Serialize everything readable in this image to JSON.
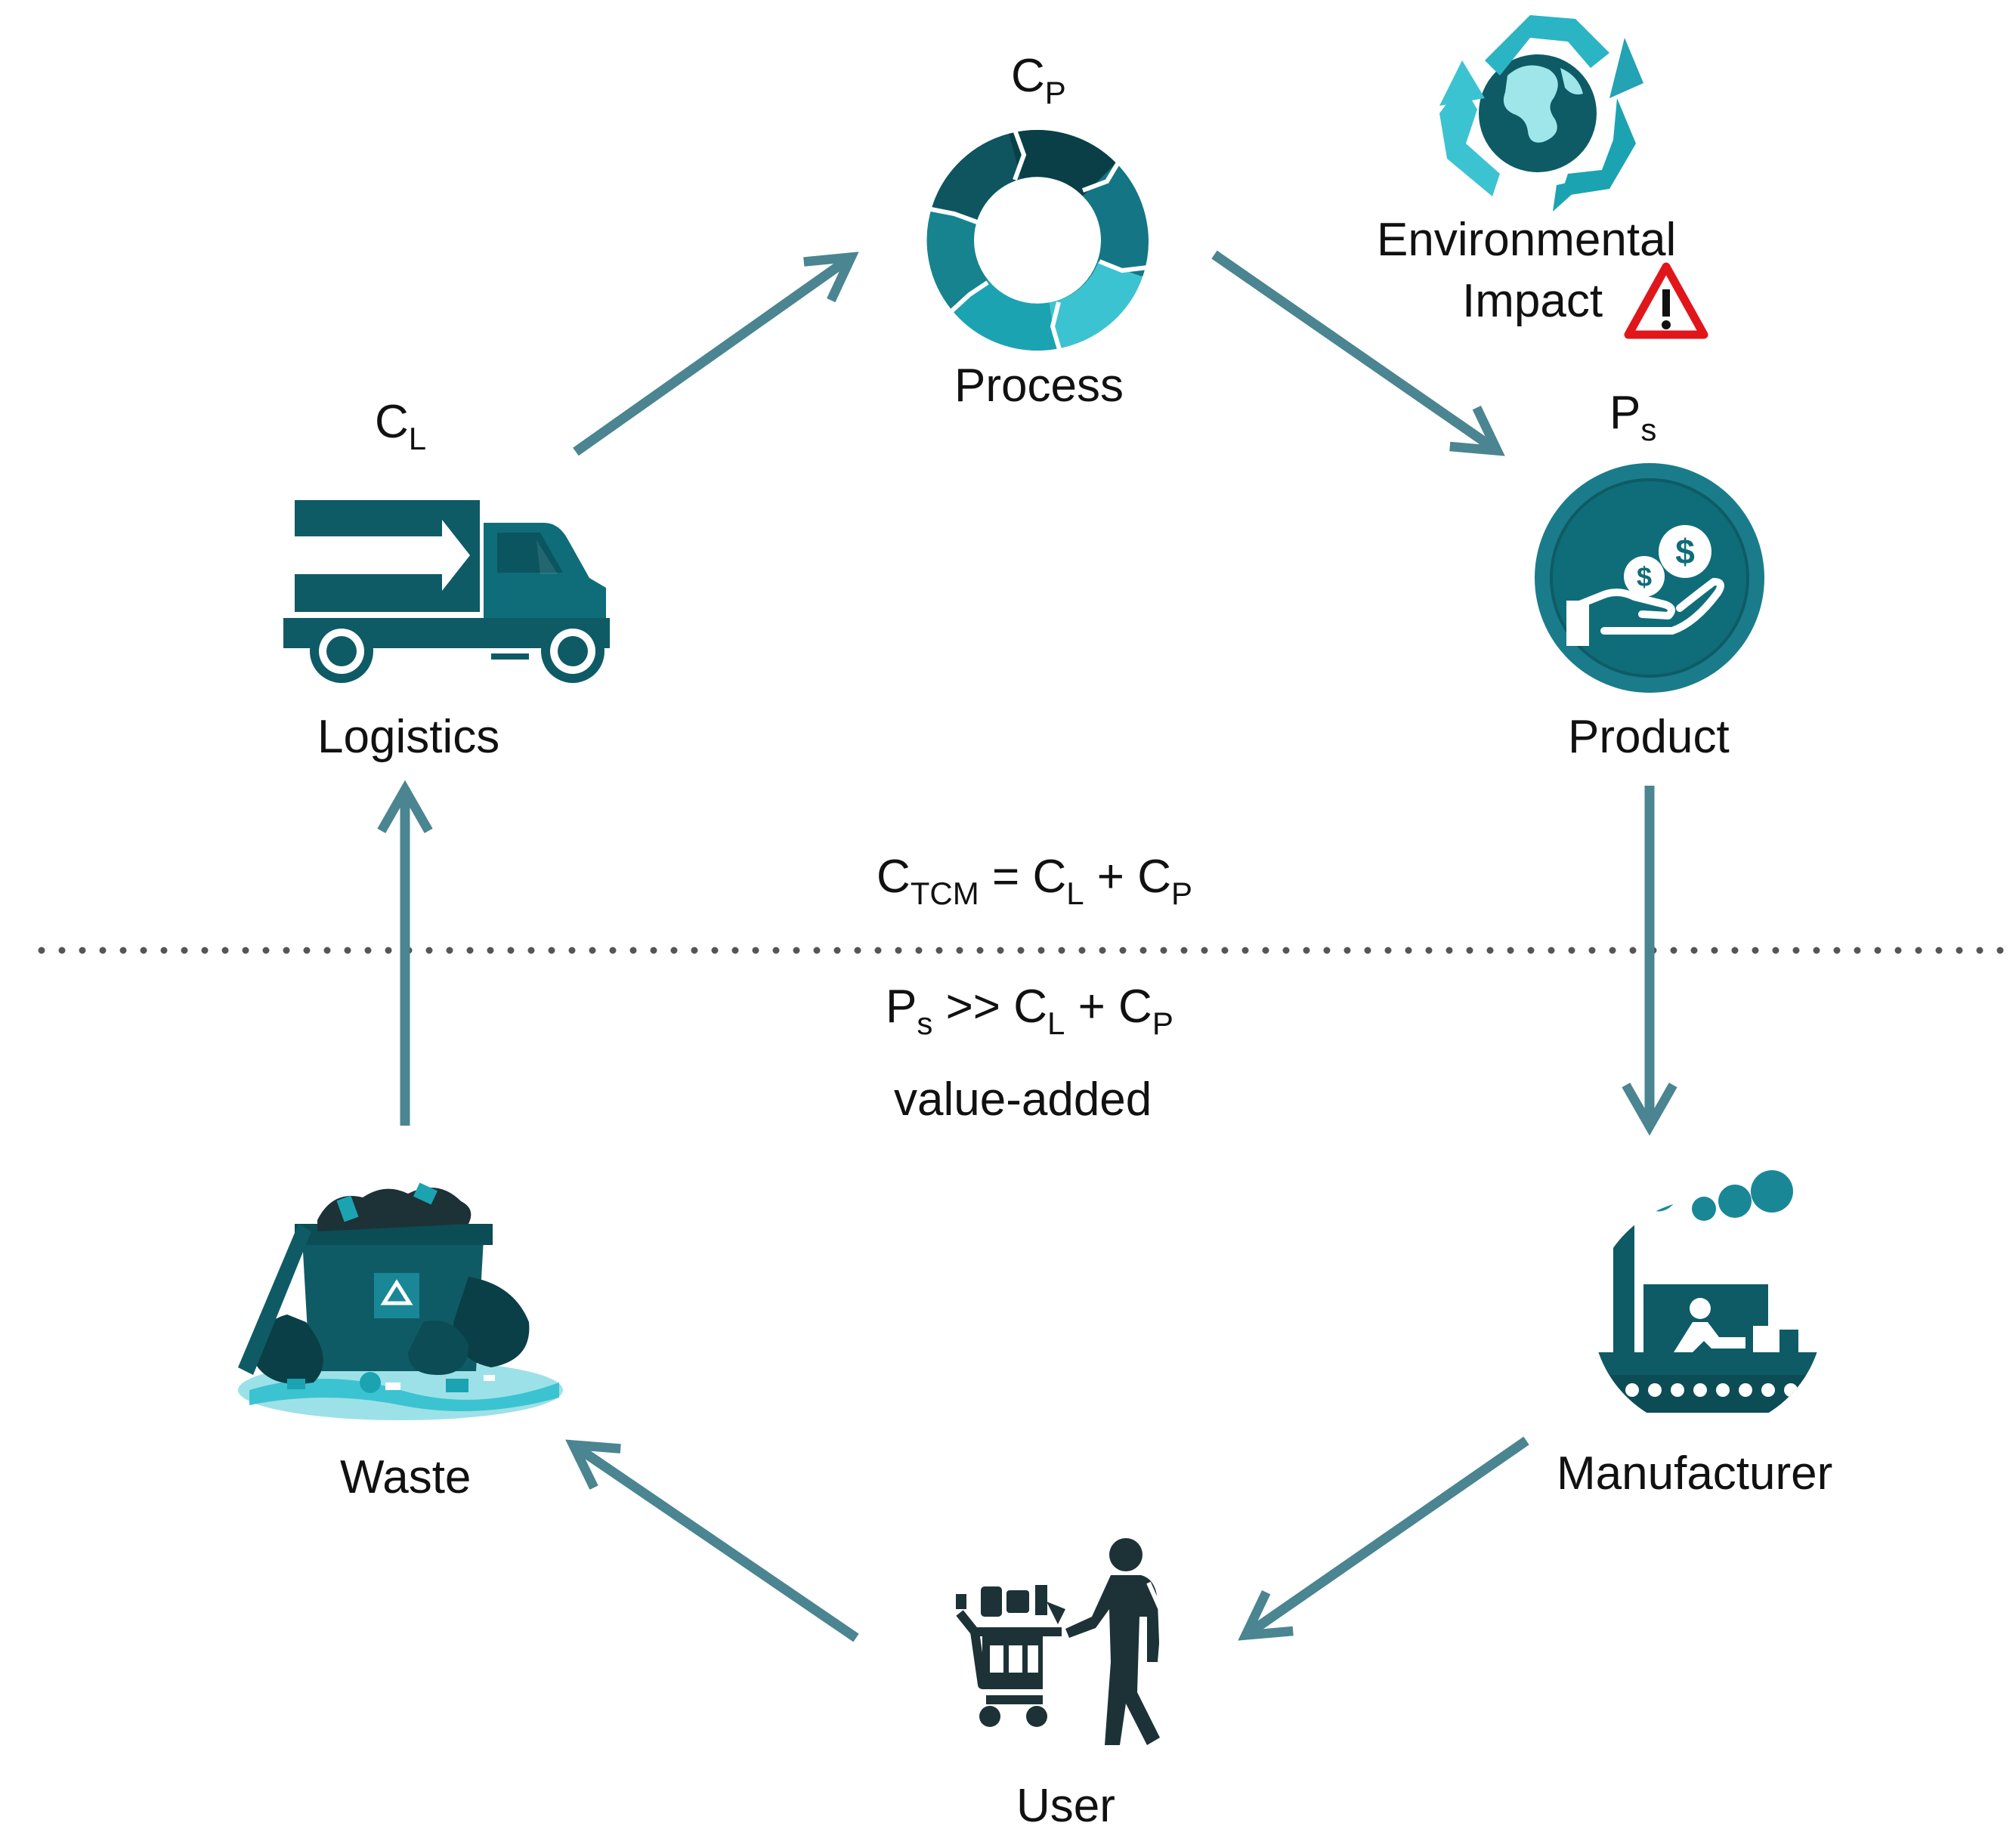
{
  "nodes": {
    "process": {
      "label": "Process",
      "symbol": "C",
      "symbol_sub": "P"
    },
    "product": {
      "label": "Product",
      "symbol": "P",
      "symbol_sub": "s"
    },
    "manufacturer": {
      "label": "Manufacturer"
    },
    "user": {
      "label": "User"
    },
    "waste": {
      "label": "Waste"
    },
    "logistics": {
      "label": "Logistics",
      "symbol": "C",
      "symbol_sub": "L"
    }
  },
  "environment": {
    "line1": "Environmental",
    "line2": "Impact",
    "warning_icon": "warning-triangle-icon"
  },
  "equations": {
    "total_cost": {
      "lhs": "C",
      "lhs_sub": "TCM",
      "op1": " = ",
      "t1": "C",
      "t1_sub": "L",
      "op2": " + ",
      "t2": "C",
      "t2_sub": "P"
    },
    "inequality": {
      "lhs": "P",
      "lhs_sub": "s",
      "op1": " >> ",
      "t1": "C",
      "t1_sub": "L",
      "op2": " + ",
      "t2": "C",
      "t2_sub": "P"
    },
    "note": "value-added"
  },
  "icons": {
    "process": "process-cycle-icon",
    "product": "money-hand-icon",
    "manufacturer": "factory-icon",
    "user": "shopper-cart-icon",
    "waste": "trash-bin-icon",
    "logistics": "delivery-truck-icon",
    "environment": "recycle-globe-icon"
  },
  "colors": {
    "arrow": "#4a8591",
    "teal_dark": "#0e5b66",
    "teal_mid": "#1a8796",
    "teal_light": "#3cc3d1",
    "dark": "#1c3236",
    "warning": "#e0161b"
  }
}
